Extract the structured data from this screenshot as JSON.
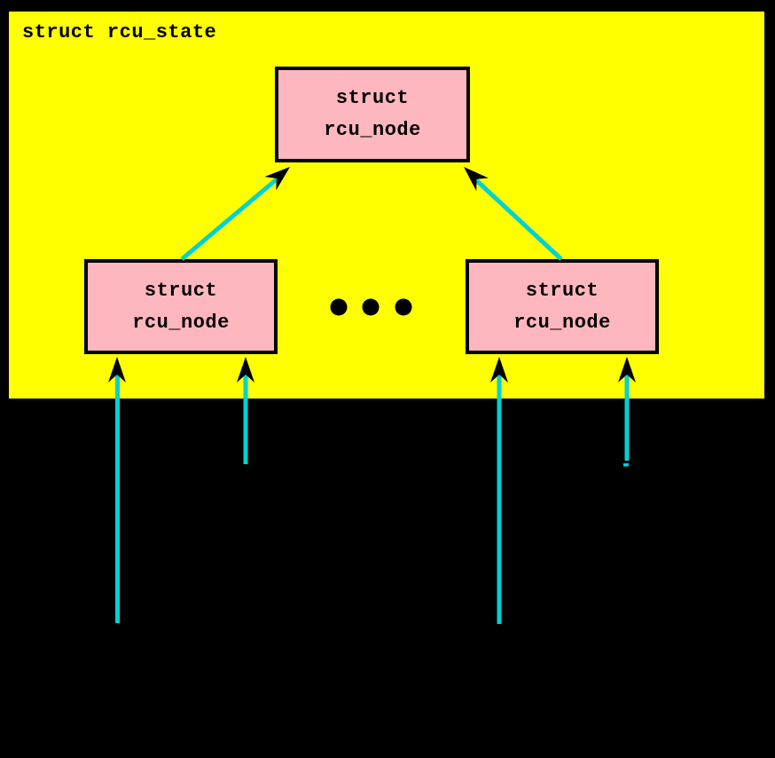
{
  "diagram": {
    "title": "struct rcu_state",
    "nodes": [
      {
        "id": "root-node",
        "line1": "struct",
        "line2": "rcu_node"
      },
      {
        "id": "left-node",
        "line1": "struct",
        "line2": "rcu_node"
      },
      {
        "id": "right-node",
        "line1": "struct",
        "line2": "rcu_node"
      }
    ],
    "ellipsis_dot_count": 3,
    "edges": [
      {
        "from": "left-node",
        "to": "root-node",
        "style": "cyan-arrow"
      },
      {
        "from": "right-node",
        "to": "root-node",
        "style": "cyan-arrow"
      },
      {
        "from": "offscreen-below-1",
        "to": "left-node",
        "style": "cyan-arrow"
      },
      {
        "from": "offscreen-below-2",
        "to": "left-node",
        "style": "cyan-arrow"
      },
      {
        "from": "offscreen-below-3",
        "to": "right-node",
        "style": "cyan-arrow"
      },
      {
        "from": "offscreen-below-4",
        "to": "right-node",
        "style": "cyan-arrow"
      }
    ],
    "colors": {
      "background": "#000000",
      "state_fill": "#ffff00",
      "node_fill": "#ffb7bf",
      "node_border": "#000000",
      "arrow": "#00d2d4",
      "text": "#000000"
    }
  }
}
